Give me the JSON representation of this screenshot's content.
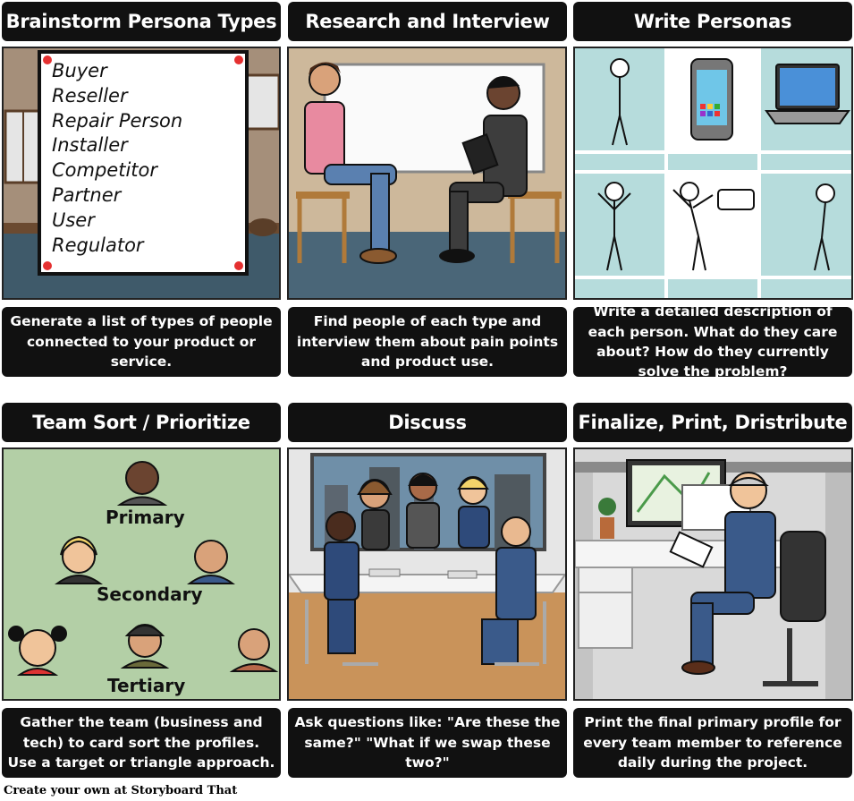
{
  "panels": [
    {
      "title": "Brainstorm Persona Types",
      "caption": "Generate a list of types of people connected to your product or service.",
      "whiteboard": [
        "Buyer",
        "Reseller",
        "Repair Person",
        "Installer",
        "Competitor",
        "Partner",
        "User",
        "Regulator"
      ]
    },
    {
      "title": "Research and Interview",
      "caption": "Find people of each type and interview them about pain points and product use."
    },
    {
      "title": "Write Personas",
      "caption": "Write a detailed description of each person. What do they care about? How do they currently solve the problem?"
    },
    {
      "title": "Team Sort / Prioritize",
      "caption": "Gather the team (business and tech) to card sort the profiles. Use a target or triangle approach.",
      "tiers": [
        "Primary",
        "Secondary",
        "Tertiary"
      ]
    },
    {
      "title": "Discuss",
      "caption": "Ask questions like: \"Are these the same?\" \"What if we swap these two?\""
    },
    {
      "title": "Finalize, Print, Dristribute",
      "caption": "Print the final primary profile for every team member to reference daily during the project."
    }
  ],
  "footer": "Create your own at Storyboard That",
  "colors": {
    "title_bg": "#111111",
    "scene1_wall": "#a58f7a",
    "scene2_wall": "#cdb89b",
    "scene3_bg": "#b6dcdc",
    "scene4_bg": "#b3cfa6",
    "scene6_bg": "#d9d9d9"
  }
}
